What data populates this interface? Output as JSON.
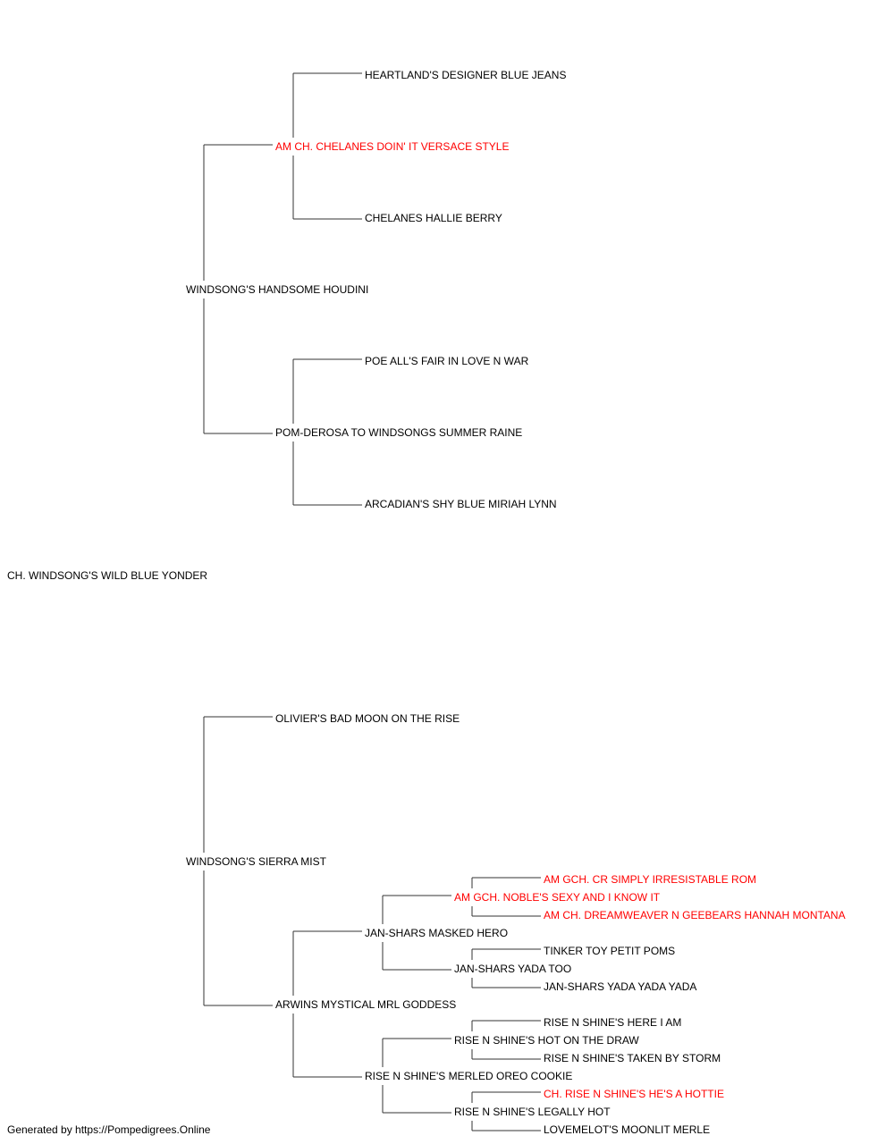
{
  "colors": {
    "normal": "#000000",
    "champion": "#ff0000",
    "line": "#333333"
  },
  "pedigree": {
    "subject": {
      "name": "CH. WINDSONG'S WILD BLUE YONDER",
      "champion": false
    },
    "sire": {
      "name": "WINDSONG'S HANDSOME HOUDINI",
      "champion": false
    },
    "sire_sire": {
      "name": "AM CH. CHELANES DOIN' IT VERSACE STYLE",
      "champion": true
    },
    "sire_sire_sire": {
      "name": "HEARTLAND'S DESIGNER BLUE JEANS",
      "champion": false
    },
    "sire_sire_dam": {
      "name": "CHELANES HALLIE BERRY",
      "champion": false
    },
    "sire_dam": {
      "name": "POM-DEROSA TO WINDSONGS SUMMER RAINE",
      "champion": false
    },
    "sire_dam_sire": {
      "name": "POE ALL'S FAIR IN LOVE N WAR",
      "champion": false
    },
    "sire_dam_dam": {
      "name": "ARCADIAN'S SHY BLUE MIRIAH LYNN",
      "champion": false
    },
    "dam": {
      "name": "WINDSONG'S SIERRA MIST",
      "champion": false
    },
    "dam_sire": {
      "name": "OLIVIER'S BAD MOON ON THE RISE",
      "champion": false
    },
    "dam_dam": {
      "name": "ARWINS MYSTICAL MRL GODDESS",
      "champion": false
    },
    "dam_dam_sire": {
      "name": "JAN-SHARS MASKED HERO",
      "champion": false
    },
    "dam_dam_sire_sire": {
      "name": "AM GCH. NOBLE'S SEXY AND I KNOW IT",
      "champion": true
    },
    "dam_dam_sire_sire_sire": {
      "name": "AM GCH. CR SIMPLY IRRESISTABLE ROM",
      "champion": true
    },
    "dam_dam_sire_sire_dam": {
      "name": "AM CH. DREAMWEAVER N GEEBEARS HANNAH MONTANA",
      "champion": true
    },
    "dam_dam_sire_dam": {
      "name": "JAN-SHARS YADA TOO",
      "champion": false
    },
    "dam_dam_sire_dam_sire": {
      "name": "TINKER TOY PETIT POMS",
      "champion": false
    },
    "dam_dam_sire_dam_dam": {
      "name": "JAN-SHARS YADA YADA YADA",
      "champion": false
    },
    "dam_dam_dam": {
      "name": "RISE N SHINE'S MERLED OREO COOKIE",
      "champion": false
    },
    "dam_dam_dam_sire": {
      "name": "RISE N SHINE'S HOT ON THE DRAW",
      "champion": false
    },
    "dam_dam_dam_sire_sire": {
      "name": "RISE N SHINE'S HERE I AM",
      "champion": false
    },
    "dam_dam_dam_sire_dam": {
      "name": "RISE N SHINE'S TAKEN BY STORM",
      "champion": false
    },
    "dam_dam_dam_dam": {
      "name": "RISE N SHINE'S LEGALLY HOT",
      "champion": false
    },
    "dam_dam_dam_dam_sire": {
      "name": "CH. RISE N SHINE'S HE'S A HOTTIE",
      "champion": true
    },
    "dam_dam_dam_dam_dam": {
      "name": "LOVEMELOT'S MOONLIT MERLE",
      "champion": false
    }
  },
  "footer": {
    "text": "Generated by https://Pompedigrees.Online"
  }
}
